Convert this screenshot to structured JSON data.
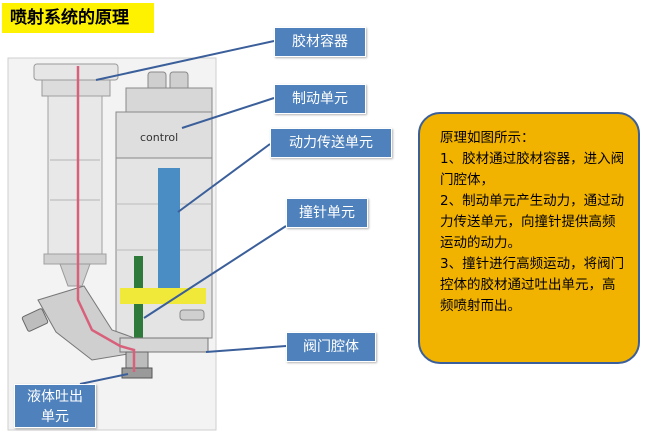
{
  "title": "喷射系统的原理",
  "labels": {
    "glue_container": "胶材容器",
    "brake_unit": "制动单元",
    "power_transfer": "动力传送单元",
    "striker_pin": "撞针单元",
    "valve_chamber": "阀门腔体",
    "liquid_outlet_line1": "液体吐出",
    "liquid_outlet_line2": "单元"
  },
  "device_text": "control",
  "info": {
    "heading": "原理如图所示：",
    "step1": "1、胶材通过胶材容器，进入阀门腔体，",
    "step2": "2、制动单元产生动力，通过动力传送单元，向撞针提供高频运动的动力。",
    "step3": "3、撞针进行高频运动，将阀门控体的胶材通过吐出单元，高频喷射而出。"
  },
  "colors": {
    "label_bg": "#4f81bd",
    "title_bg": "#fff200",
    "info_bg": "#f2b300",
    "pointer_line": "#3b5f9a"
  }
}
